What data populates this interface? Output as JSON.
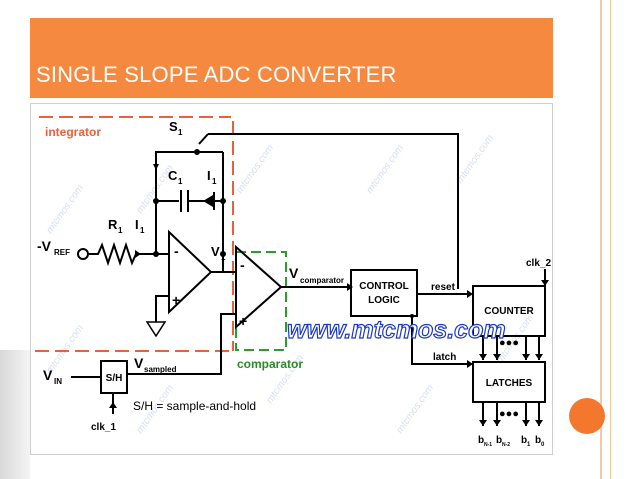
{
  "slide": {
    "title": "SINGLE SLOPE ADC CONVERTER"
  },
  "diagram": {
    "integrator_label": "integrator",
    "comparator_label": "comparator",
    "switch_label": "S",
    "switch_sub": "1",
    "cap_label": "C",
    "cap_sub": "1",
    "cap_current_label": "I",
    "cap_current_sub": "1",
    "resistor_label": "R",
    "resistor_sub": "1",
    "input_current_label": "I",
    "input_current_sub": "1",
    "vref_label": "-V",
    "vref_sub": "REF",
    "v1_label": "V",
    "v1_sub": "1",
    "opamp_minus": "-",
    "opamp_plus": "+",
    "vcomp_label": "V",
    "vcomp_sub": "comparator",
    "control_logic_line1": "CONTROL",
    "control_logic_line2": "LOGIC",
    "reset_label": "reset",
    "latch_label": "latch",
    "clk2_label": "clk_2",
    "counter_label": "COUNTER",
    "latches_label": "LATCHES",
    "dots": "●●●",
    "vin_label": "V",
    "vin_sub": "IN",
    "sh_label": "S/H",
    "vsampled_label": "V",
    "vsampled_sub": "sampled",
    "sh_note": "S/H = sample-and-hold",
    "clk1_label": "clk_1",
    "out_b1": "b",
    "out_b1_sub": "N-1",
    "out_b2": "b",
    "out_b2_sub": "N-2",
    "out_b3": "b",
    "out_b3_sub": "1",
    "out_b4": "b",
    "out_b4_sub": "0",
    "watermark_url": "www.mtcmos.com",
    "watermark_small": "mtcmos.com"
  },
  "colors": {
    "accent": "#f4893f",
    "dot": "#f4772e",
    "dashed_orange": "#e8613a",
    "dashed_green": "#2a9d2a",
    "comparator_text": "#2a8a2a",
    "integrator_text": "#e8613a",
    "watermark": "#1d39c4"
  }
}
